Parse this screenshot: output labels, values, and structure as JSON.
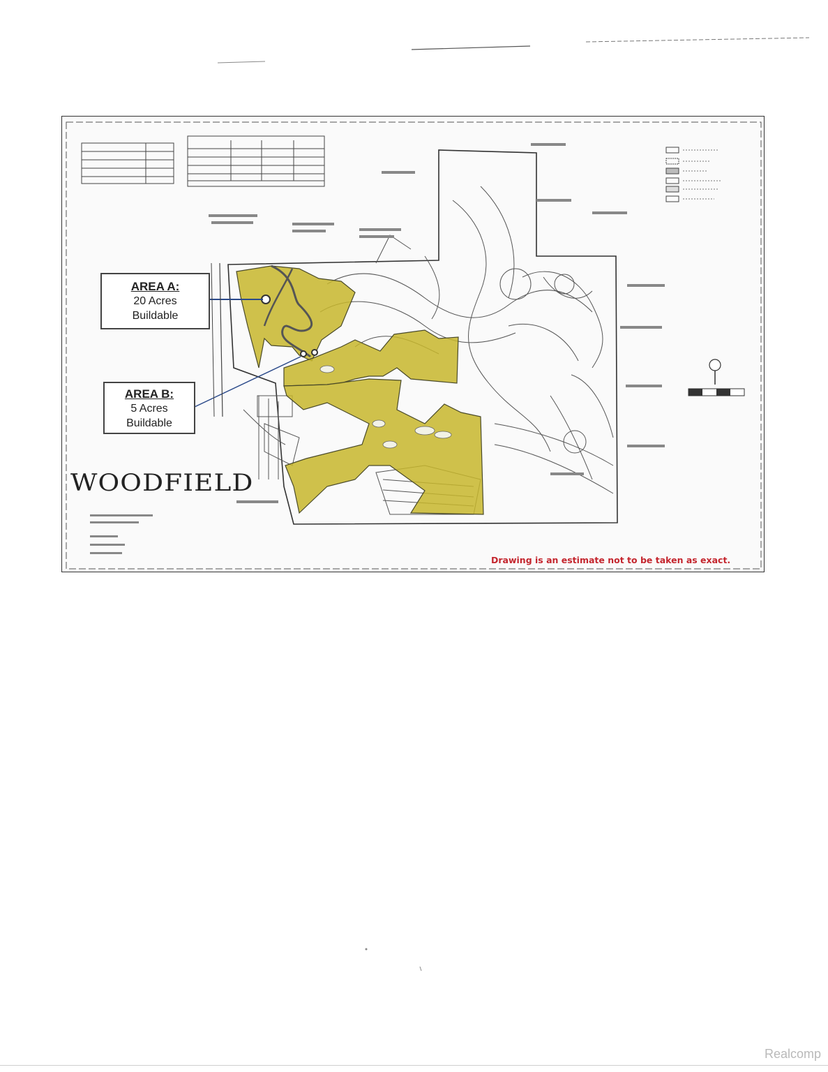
{
  "map": {
    "area_a": {
      "title": "AREA A:",
      "line1": "20 Acres",
      "line2": "Buildable"
    },
    "area_b": {
      "title": "AREA B:",
      "line1": "5 Acres",
      "line2": "Buildable"
    },
    "logo": "WOODFIELD",
    "disclaimer": "Drawing is an estimate not to be taken as exact.",
    "colors": {
      "buildable_fill": "#c7b62c",
      "disclaimer": "#c4262e",
      "linework": "#333333"
    }
  },
  "watermark": "Realcomp"
}
